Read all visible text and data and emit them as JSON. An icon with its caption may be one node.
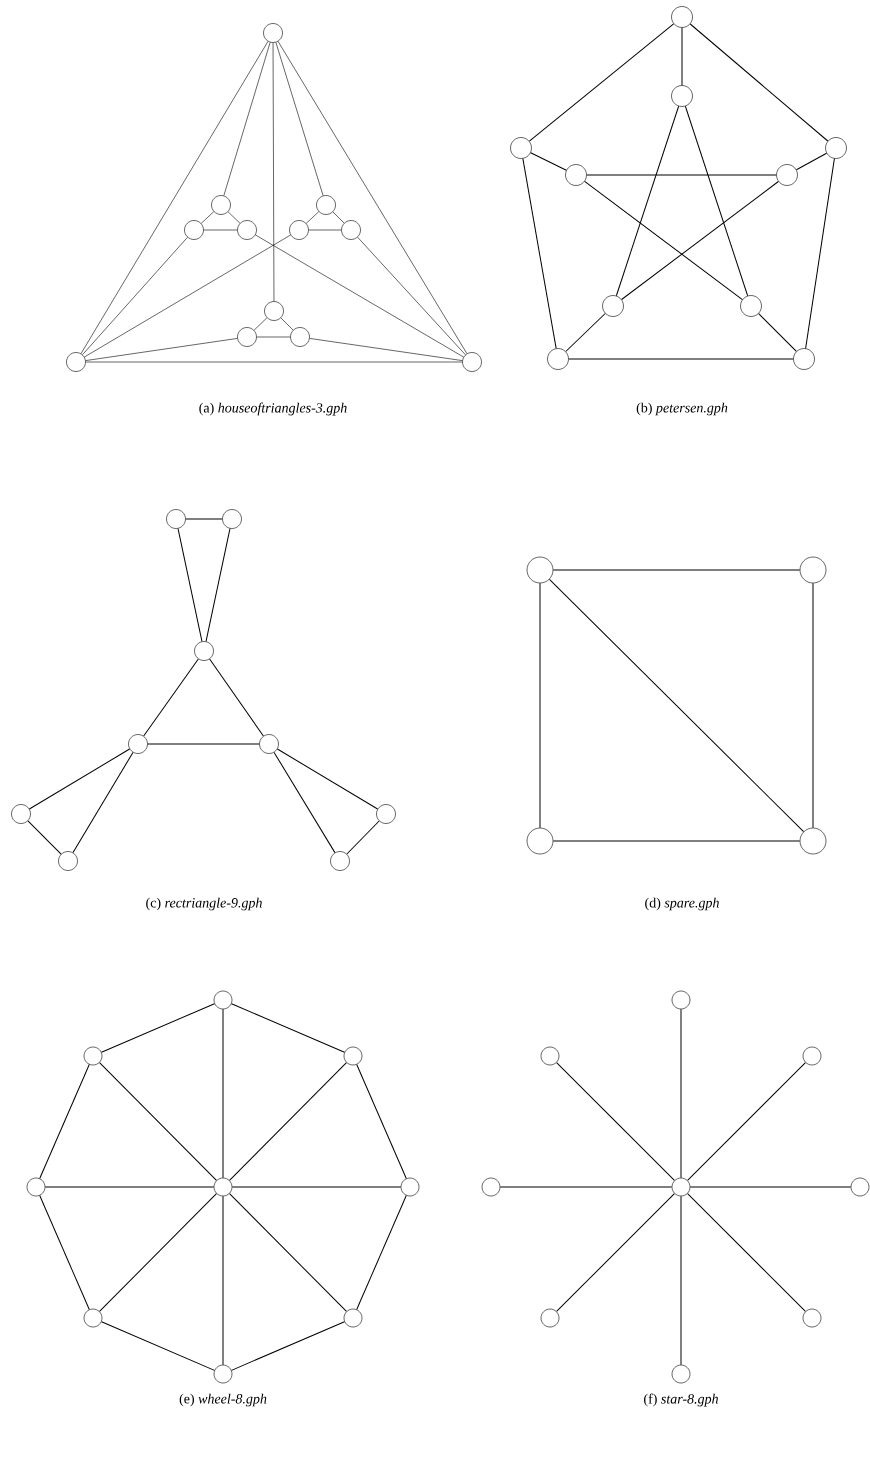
{
  "diagram": {
    "nodes": [
      {
        "text": [],
        "shape": "circle"
      },
      {
        "text": [],
        "shape": "circle"
      },
      {
        "text": [],
        "shape": "circle"
      },
      {
        "text": [],
        "shape": "circle"
      },
      {
        "text": [],
        "shape": "circle"
      },
      {
        "text": [],
        "shape": "circle"
      },
      {
        "text": [],
        "shape": "circle"
      },
      {
        "text": [],
        "shape": "circle"
      },
      {
        "text": [],
        "shape": "circle"
      },
      {
        "text": [],
        "shape": "circle"
      },
      {
        "text": [],
        "shape": "circle"
      },
      {
        "text": [],
        "shape": "circle"
      },
      {
        "text": [],
        "shape": "circle"
      },
      {
        "text": [],
        "shape": "circle"
      },
      {
        "text": [],
        "shape": "circle"
      },
      {
        "text": [],
        "shape": "circle"
      },
      {
        "text": [],
        "shape": "circle"
      },
      {
        "text": [],
        "shape": "circle"
      },
      {
        "text": [],
        "shape": "circle"
      },
      {
        "text": [],
        "shape": "circle"
      },
      {
        "text": [],
        "shape": "circle"
      },
      {
        "text": [],
        "shape": "circle"
      },
      {
        "text": [],
        "shape": "circle"
      },
      {
        "text": [],
        "shape": "circle"
      },
      {
        "text": [],
        "shape": "circle"
      },
      {
        "text": [],
        "shape": "circle"
      },
      {
        "text": [],
        "shape": "circle"
      },
      {
        "text": [],
        "shape": "circle"
      },
      {
        "text": [],
        "shape": "circle"
      },
      {
        "text": [],
        "shape": "circle"
      },
      {
        "text": [],
        "shape": "circle"
      },
      {
        "text": [],
        "shape": "circle"
      },
      {
        "text": [],
        "shape": "circle"
      },
      {
        "text": [],
        "shape": "circle"
      },
      {
        "text": [],
        "shape": "circle"
      },
      {
        "text": [],
        "shape": "circle"
      },
      {
        "text": [],
        "shape": "circle"
      },
      {
        "text": [],
        "shape": "circle"
      },
      {
        "text": [],
        "shape": "circle"
      },
      {
        "text": [],
        "shape": "circle"
      },
      {
        "text": [],
        "shape": "circle"
      },
      {
        "text": [],
        "shape": "circle"
      },
      {
        "text": [],
        "shape": "circle"
      },
      {
        "text": [],
        "shape": "circle"
      },
      {
        "text": [],
        "shape": "circle"
      },
      {
        "text": [],
        "shape": "circle"
      },
      {
        "text": [],
        "shape": "circle"
      },
      {
        "text": [],
        "shape": "circle"
      },
      {
        "text": [],
        "shape": "circle"
      },
      {
        "text": [],
        "shape": "circle"
      },
      {
        "text": [],
        "shape": "circle"
      },
      {
        "text": [],
        "shape": "circle"
      },
      {
        "text": [],
        "shape": "circle"
      }
    ],
    "edges": [
      {
        "from": 0,
        "to": 1,
        "arrow": "none"
      },
      {
        "from": 0,
        "to": 2,
        "arrow": "none"
      },
      {
        "from": 1,
        "to": 2,
        "arrow": "none"
      },
      {
        "from": 0,
        "to": 3,
        "arrow": "none"
      },
      {
        "from": 0,
        "to": 6,
        "arrow": "none"
      },
      {
        "from": 0,
        "to": 9,
        "arrow": "none"
      },
      {
        "from": 3,
        "to": 4,
        "arrow": "none"
      },
      {
        "from": 3,
        "to": 5,
        "arrow": "none"
      },
      {
        "from": 4,
        "to": 5,
        "arrow": "none"
      },
      {
        "from": 6,
        "to": 7,
        "arrow": "none"
      },
      {
        "from": 6,
        "to": 8,
        "arrow": "none"
      },
      {
        "from": 7,
        "to": 8,
        "arrow": "none"
      },
      {
        "from": 9,
        "to": 10,
        "arrow": "none"
      },
      {
        "from": 9,
        "to": 11,
        "arrow": "none"
      },
      {
        "from": 10,
        "to": 11,
        "arrow": "none"
      },
      {
        "from": 1,
        "to": 4,
        "arrow": "none"
      },
      {
        "from": 2,
        "to": 8,
        "arrow": "none"
      },
      {
        "from": 5,
        "to": 2,
        "arrow": "none"
      },
      {
        "from": 7,
        "to": 1,
        "arrow": "none"
      },
      {
        "from": 10,
        "to": 1,
        "arrow": "none"
      },
      {
        "from": 11,
        "to": 2,
        "arrow": "none"
      },
      {
        "from": 12,
        "to": 13,
        "arrow": "none"
      },
      {
        "from": 12,
        "to": 14,
        "arrow": "none"
      },
      {
        "from": 13,
        "to": 15,
        "arrow": "none"
      },
      {
        "from": 14,
        "to": 16,
        "arrow": "none"
      },
      {
        "from": 15,
        "to": 16,
        "arrow": "none"
      },
      {
        "from": 12,
        "to": 17,
        "arrow": "none"
      },
      {
        "from": 13,
        "to": 18,
        "arrow": "none"
      },
      {
        "from": 14,
        "to": 19,
        "arrow": "none"
      },
      {
        "from": 15,
        "to": 20,
        "arrow": "none"
      },
      {
        "from": 16,
        "to": 21,
        "arrow": "none"
      },
      {
        "from": 17,
        "to": 20,
        "arrow": "none"
      },
      {
        "from": 17,
        "to": 21,
        "arrow": "none"
      },
      {
        "from": 18,
        "to": 19,
        "arrow": "none"
      },
      {
        "from": 18,
        "to": 21,
        "arrow": "none"
      },
      {
        "from": 19,
        "to": 20,
        "arrow": "none"
      },
      {
        "from": 22,
        "to": 23,
        "arrow": "none"
      },
      {
        "from": 22,
        "to": 24,
        "arrow": "none"
      },
      {
        "from": 23,
        "to": 24,
        "arrow": "none"
      },
      {
        "from": 24,
        "to": 25,
        "arrow": "none"
      },
      {
        "from": 24,
        "to": 26,
        "arrow": "none"
      },
      {
        "from": 25,
        "to": 26,
        "arrow": "none"
      },
      {
        "from": 25,
        "to": 27,
        "arrow": "none"
      },
      {
        "from": 25,
        "to": 28,
        "arrow": "none"
      },
      {
        "from": 27,
        "to": 28,
        "arrow": "none"
      },
      {
        "from": 26,
        "to": 29,
        "arrow": "none"
      },
      {
        "from": 26,
        "to": 30,
        "arrow": "none"
      },
      {
        "from": 29,
        "to": 30,
        "arrow": "none"
      },
      {
        "from": 31,
        "to": 32,
        "arrow": "none"
      },
      {
        "from": 31,
        "to": 33,
        "arrow": "none"
      },
      {
        "from": 31,
        "to": 34,
        "arrow": "none"
      },
      {
        "from": 32,
        "to": 34,
        "arrow": "none"
      },
      {
        "from": 33,
        "to": 34,
        "arrow": "none"
      },
      {
        "from": 35,
        "to": 36,
        "arrow": "none"
      },
      {
        "from": 35,
        "to": 37,
        "arrow": "none"
      },
      {
        "from": 36,
        "to": 38,
        "arrow": "none"
      },
      {
        "from": 37,
        "to": 40,
        "arrow": "none"
      },
      {
        "from": 38,
        "to": 41,
        "arrow": "none"
      },
      {
        "from": 40,
        "to": 42,
        "arrow": "none"
      },
      {
        "from": 41,
        "to": 43,
        "arrow": "none"
      },
      {
        "from": 42,
        "to": 43,
        "arrow": "none"
      },
      {
        "from": 39,
        "to": 35,
        "arrow": "none"
      },
      {
        "from": 39,
        "to": 36,
        "arrow": "none"
      },
      {
        "from": 39,
        "to": 37,
        "arrow": "none"
      },
      {
        "from": 39,
        "to": 38,
        "arrow": "none"
      },
      {
        "from": 39,
        "to": 40,
        "arrow": "none"
      },
      {
        "from": 39,
        "to": 41,
        "arrow": "none"
      },
      {
        "from": 39,
        "to": 42,
        "arrow": "none"
      },
      {
        "from": 39,
        "to": 43,
        "arrow": "none"
      },
      {
        "from": 48,
        "to": 44,
        "arrow": "none"
      },
      {
        "from": 48,
        "to": 45,
        "arrow": "none"
      },
      {
        "from": 48,
        "to": 46,
        "arrow": "none"
      },
      {
        "from": 48,
        "to": 47,
        "arrow": "none"
      },
      {
        "from": 48,
        "to": 49,
        "arrow": "none"
      },
      {
        "from": 48,
        "to": 50,
        "arrow": "none"
      },
      {
        "from": 48,
        "to": 51,
        "arrow": "none"
      },
      {
        "from": 48,
        "to": 52,
        "arrow": "none"
      }
    ],
    "labels": [
      "(a) *houseoftriangles-3.gph*",
      "(b) *petersen.gph*",
      "(c) *rectriangle-9.gph*",
      "(d) *spare.gph*",
      "(e) *wheel-8.gph*",
      "(f) *star-8.gph*"
    ]
  }
}
